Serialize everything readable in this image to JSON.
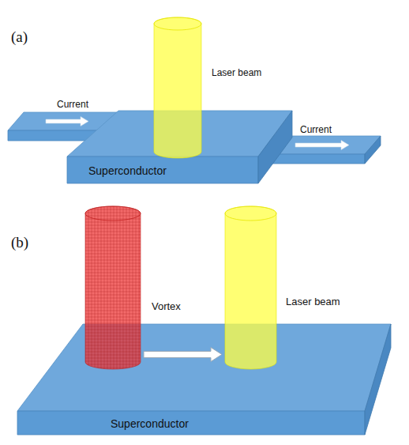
{
  "diagram": {
    "nodes": [
      {
        "text": [
          "Laser beam"
        ]
      },
      {
        "text": [
          "Current"
        ]
      },
      {
        "text": [
          "Current"
        ]
      },
      {
        "text": [
          "Superconductor"
        ]
      },
      {
        "text": [
          "Vortex"
        ]
      },
      {
        "text": [
          "Laser beam"
        ]
      },
      {
        "text": [
          "Superconductor"
        ]
      }
    ],
    "edges": [
      {
        "from": 4,
        "to": 5,
        "arrow": "to"
      }
    ],
    "labels": [
      "(a)",
      "(b)"
    ]
  }
}
